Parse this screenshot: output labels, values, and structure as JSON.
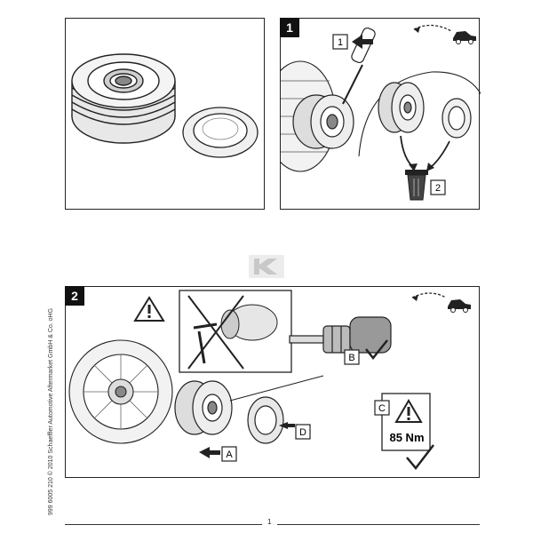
{
  "panels": {
    "step1": {
      "number": "1",
      "callout1": "1",
      "callout2": "2"
    },
    "step2": {
      "number": "2",
      "callout_a": "A",
      "callout_b": "B",
      "callout_c": "C",
      "callout_d": "D",
      "torque": "85 Nm"
    }
  },
  "footer": {
    "copyright": "999 6005 210   © 2010 Schaeffler Automotive Aftermarket GmbH & Co. oHG",
    "page_number": "1"
  },
  "colors": {
    "ink": "#222222",
    "shade": "#9a9a9a",
    "light": "#dcdcdc",
    "watermark": "#c8c8c8"
  },
  "icons": [
    "warning-triangle-icon",
    "car-icon",
    "checkmark-icon",
    "screwdriver-icon",
    "wrench-tool-icon",
    "pulley-icon",
    "cover-cap-icon",
    "waste-bin-icon"
  ]
}
